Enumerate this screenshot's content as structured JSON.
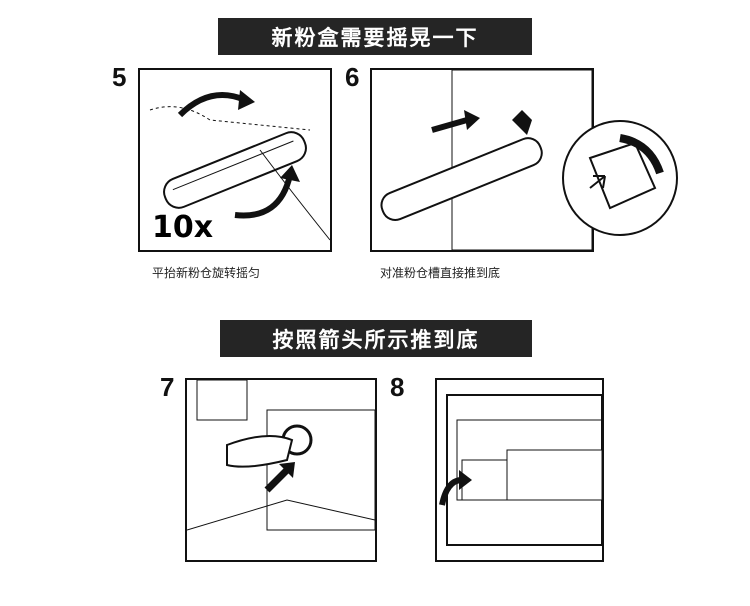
{
  "banners": [
    "新粉盒需要摇晃一下",
    "按照箭头所示推到底"
  ],
  "steps": [
    {
      "number": "5",
      "caption": "平抬新粉仓旋转摇匀",
      "label": "10x"
    },
    {
      "number": "6",
      "caption": "对准粉仓槽直接推到底"
    },
    {
      "number": "7"
    },
    {
      "number": "8"
    }
  ]
}
